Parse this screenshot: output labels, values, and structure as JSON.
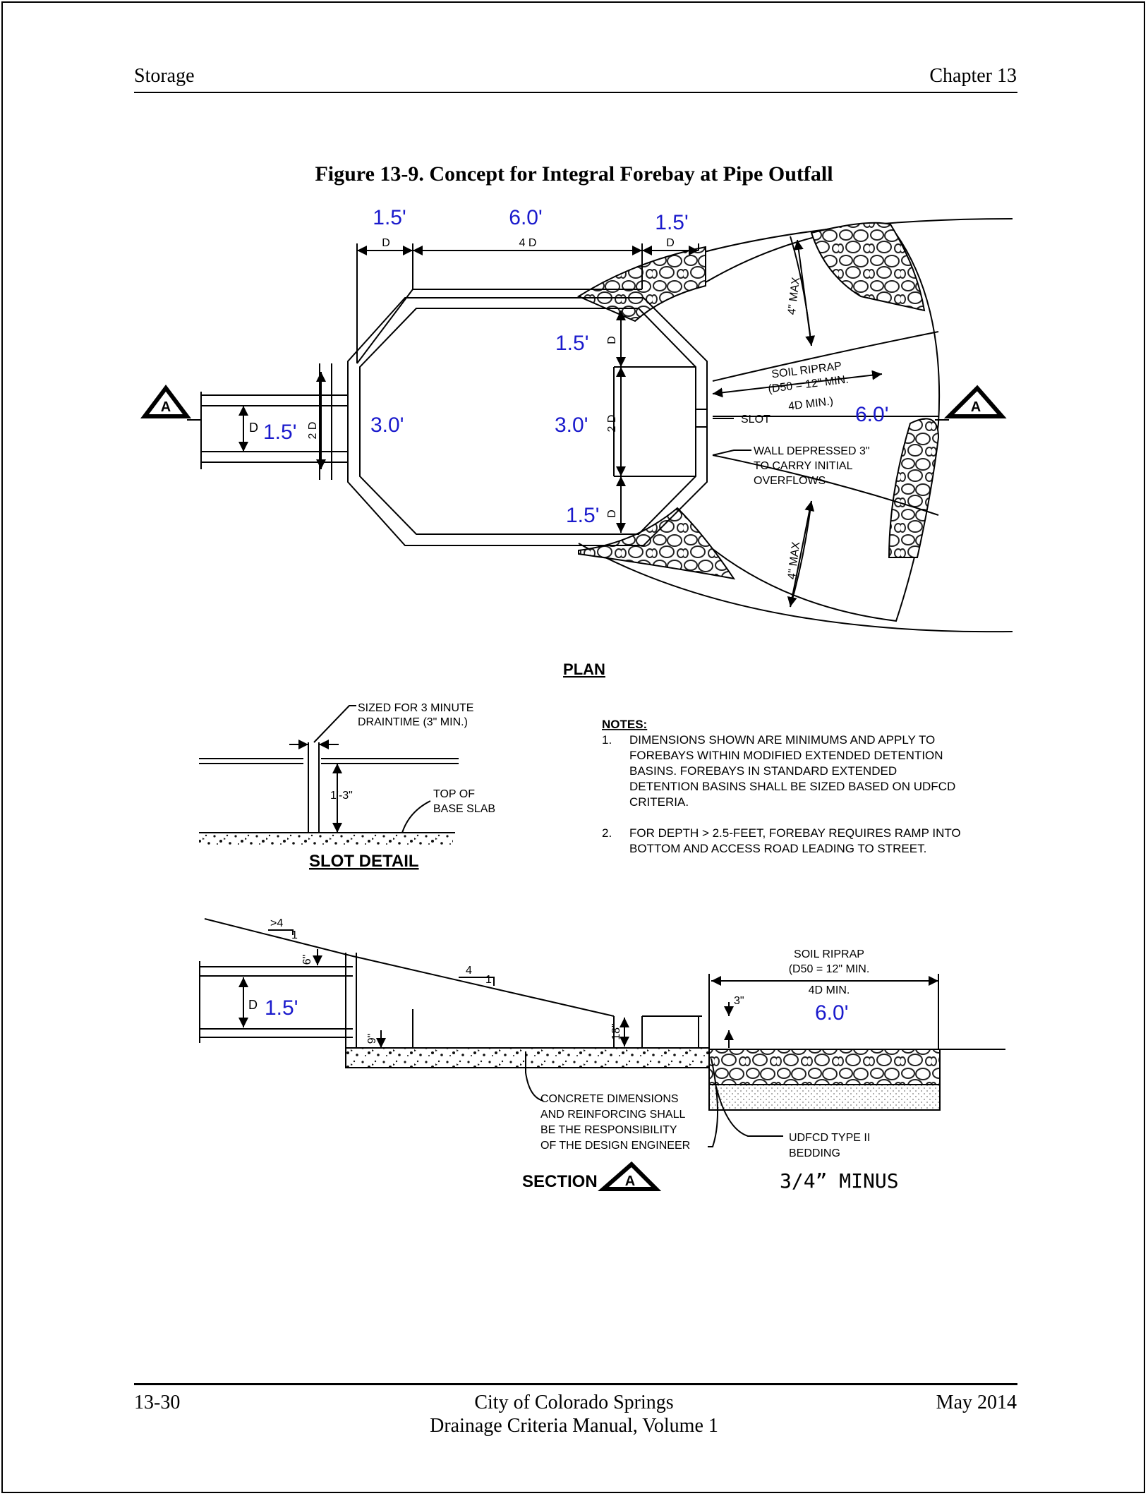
{
  "header": {
    "left": "Storage",
    "right": "Chapter 13"
  },
  "figure": {
    "title": "Figure 13-9.  Concept for Integral Forebay at Pipe Outfall"
  },
  "plan": {
    "top_dims": [
      {
        "value": "1.5'",
        "label": "D"
      },
      {
        "value": "6.0'",
        "label": "4 D"
      },
      {
        "value": "1.5'",
        "label": "D"
      }
    ],
    "pipe_value": "1.5'",
    "pipe_label": "D",
    "height_label": "2 D",
    "left_value": "3.0'",
    "slot_values": {
      "top": "1.5'",
      "middle": "3.0'",
      "bottom": "1.5'"
    },
    "slot_labels": {
      "top": "D",
      "middle": "2 D",
      "bottom": "D"
    },
    "riprap_note": [
      "SOIL RIPRAP",
      "(D50 = 12\" MIN.",
      "4D MIN.)"
    ],
    "riprap_value": "6.0'",
    "max_label": "4\" MAX",
    "slot_callout": "SLOT",
    "wall_note": [
      "WALL DEPRESSED 3\"",
      "TO CARRY INITIAL",
      "OVERFLOWS"
    ],
    "section_marker": "A",
    "caption": "PLAN"
  },
  "slot_detail": {
    "sized_note": [
      "SIZED FOR 3 MINUTE",
      "DRAINTIME (3\" MIN.)"
    ],
    "height": "1'-3\"",
    "top_note": [
      "TOP OF",
      "BASE SLAB"
    ],
    "caption": "SLOT DETAIL"
  },
  "notes": {
    "heading": "NOTES:",
    "items": [
      {
        "num": "1.",
        "lines": [
          "DIMENSIONS SHOWN ARE MINIMUMS AND APPLY TO",
          "FOREBAYS WITHIN MODIFIED EXTENDED DETENTION",
          "BASINS. FOREBAYS IN STANDARD EXTENDED",
          "DETENTION BASINS SHALL BE SIZED BASED ON UDFCD",
          "CRITERIA."
        ]
      },
      {
        "num": "2.",
        "lines": [
          "FOR DEPTH > 2.5-FEET, FOREBAY REQUIRES RAMP INTO",
          "BOTTOM AND ACCESS ROAD LEADING TO STREET."
        ]
      }
    ]
  },
  "section": {
    "slope_top": ">4",
    "slope_top_rise": "1",
    "slope_run": "4",
    "slope_rise": "1",
    "dim_6in": "6\"",
    "dim_9in": "9\"",
    "dim_18in": "18\"",
    "dim_3in": "3\"",
    "pipe_label": "D",
    "pipe_value": "1.5'",
    "riprap_note": [
      "SOIL RIPRAP",
      "(D50 = 12\" MIN.",
      "4D MIN."
    ],
    "riprap_value": "6.0'",
    "concrete_note": [
      "CONCRETE DIMENSIONS",
      "AND REINFORCING SHALL",
      "BE THE RESPONSIBILITY",
      "OF THE DESIGN ENGINEER"
    ],
    "bedding_note": [
      "UDFCD TYPE II",
      "BEDDING"
    ],
    "bedding_extra": "3/4” MINUS",
    "caption": "SECTION",
    "marker": "A"
  },
  "footer": {
    "left": "13-30",
    "center_line1": "City of Colorado Springs",
    "center_line2": "Drainage Criteria Manual, Volume 1",
    "right": "May 2014"
  },
  "colors": {
    "annotation": "#1a1acc",
    "line": "#000000"
  }
}
